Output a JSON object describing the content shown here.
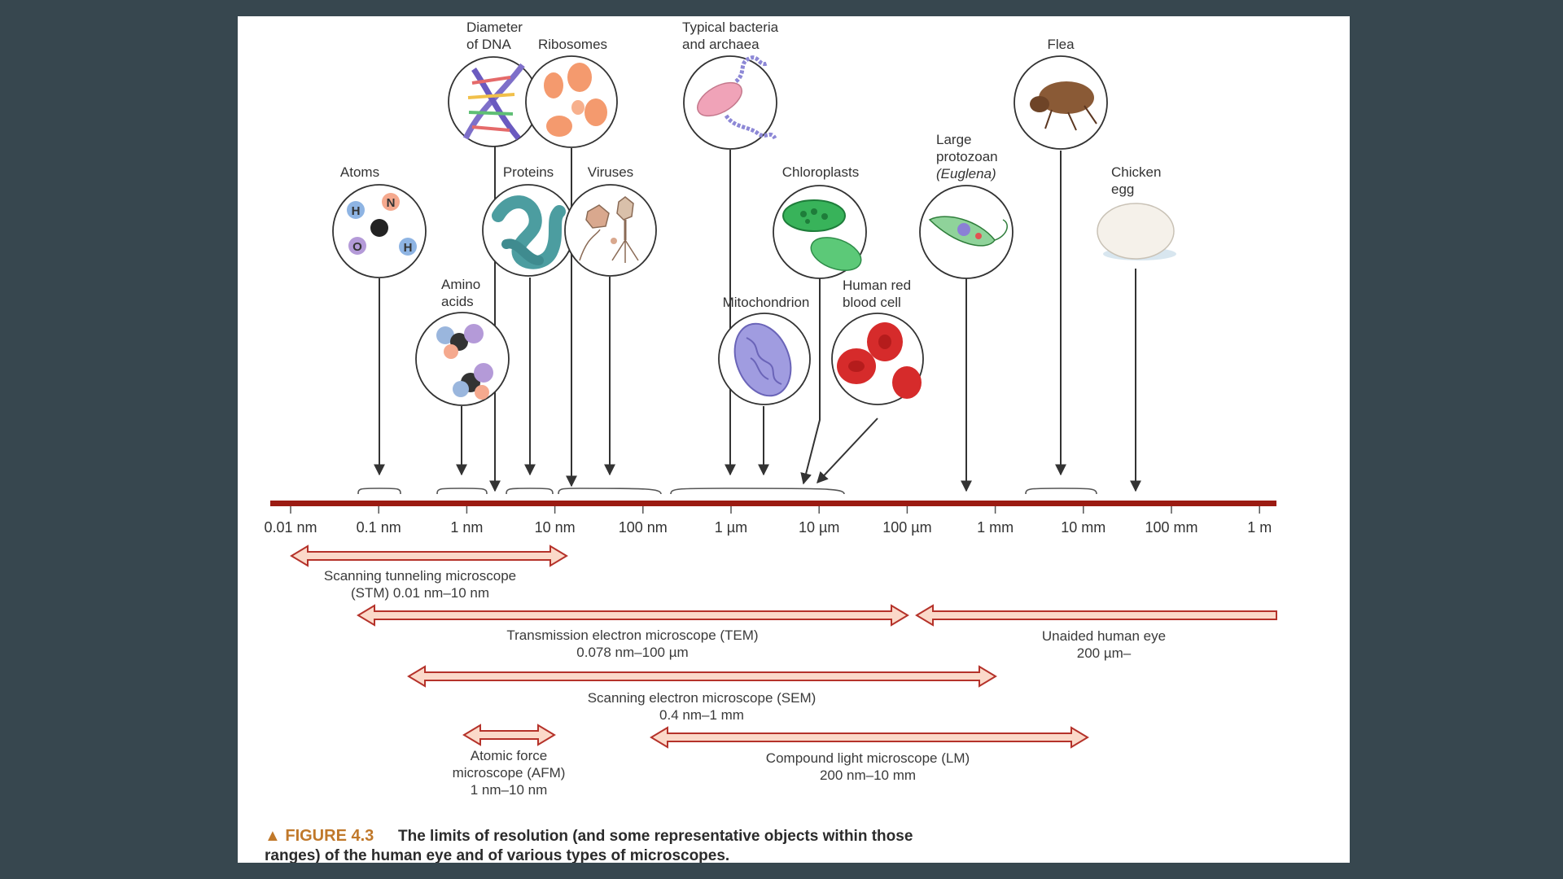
{
  "figure": {
    "caption_prefix": "▲ FIGURE 4.3",
    "caption_line1": "The limits of resolution (and some representative objects within those",
    "caption_line2": "ranges) of the human eye and of various types of microscopes."
  },
  "scale": {
    "ticks": [
      "0.01 nm",
      "0.1 nm",
      "1 nm",
      "10 nm",
      "100 nm",
      "1 µm",
      "10 µm",
      "100 µm",
      "1 mm",
      "10 mm",
      "100 mm",
      "1 m"
    ],
    "axis_color": "#9b1b12"
  },
  "objects": {
    "atoms": {
      "label": "Atoms",
      "atom_letters": [
        "H",
        "N",
        "O",
        "H"
      ]
    },
    "amino_acids": {
      "label_1": "Amino",
      "label_2": "acids"
    },
    "dna": {
      "label_1": "Diameter",
      "label_2": "of DNA"
    },
    "ribosomes": {
      "label": "Ribosomes"
    },
    "proteins": {
      "label": "Proteins"
    },
    "viruses": {
      "label": "Viruses"
    },
    "bacteria": {
      "label_1": "Typical bacteria",
      "label_2": "and archaea"
    },
    "mitochondrion": {
      "label": "Mitochondrion"
    },
    "chloroplasts": {
      "label": "Chloroplasts"
    },
    "red_blood_cell": {
      "label_1": "Human red",
      "label_2": "blood cell"
    },
    "protozoan": {
      "label_1": "Large",
      "label_2": "protozoan",
      "label_3": "(Euglena)"
    },
    "flea": {
      "label": "Flea"
    },
    "egg": {
      "label_1": "Chicken",
      "label_2": "egg"
    }
  },
  "instruments": {
    "stm": {
      "name": "Scanning tunneling microscope",
      "range": "(STM) 0.01 nm–10 nm"
    },
    "tem": {
      "name": "Transmission electron microscope (TEM)",
      "range": "0.078 nm–100 µm"
    },
    "eye": {
      "name": "Unaided human eye",
      "range": "200 µm–"
    },
    "sem": {
      "name": "Scanning electron microscope (SEM)",
      "range": "0.4 nm–1 mm"
    },
    "afm": {
      "name_1": "Atomic force",
      "name_2": "microscope (AFM)",
      "range": "1 nm–10 nm"
    },
    "lm": {
      "name": "Compound light microscope (LM)",
      "range": "200 nm–10 mm"
    },
    "arrow_fill": "#fbd9c9",
    "arrow_stroke": "#b5322a"
  }
}
